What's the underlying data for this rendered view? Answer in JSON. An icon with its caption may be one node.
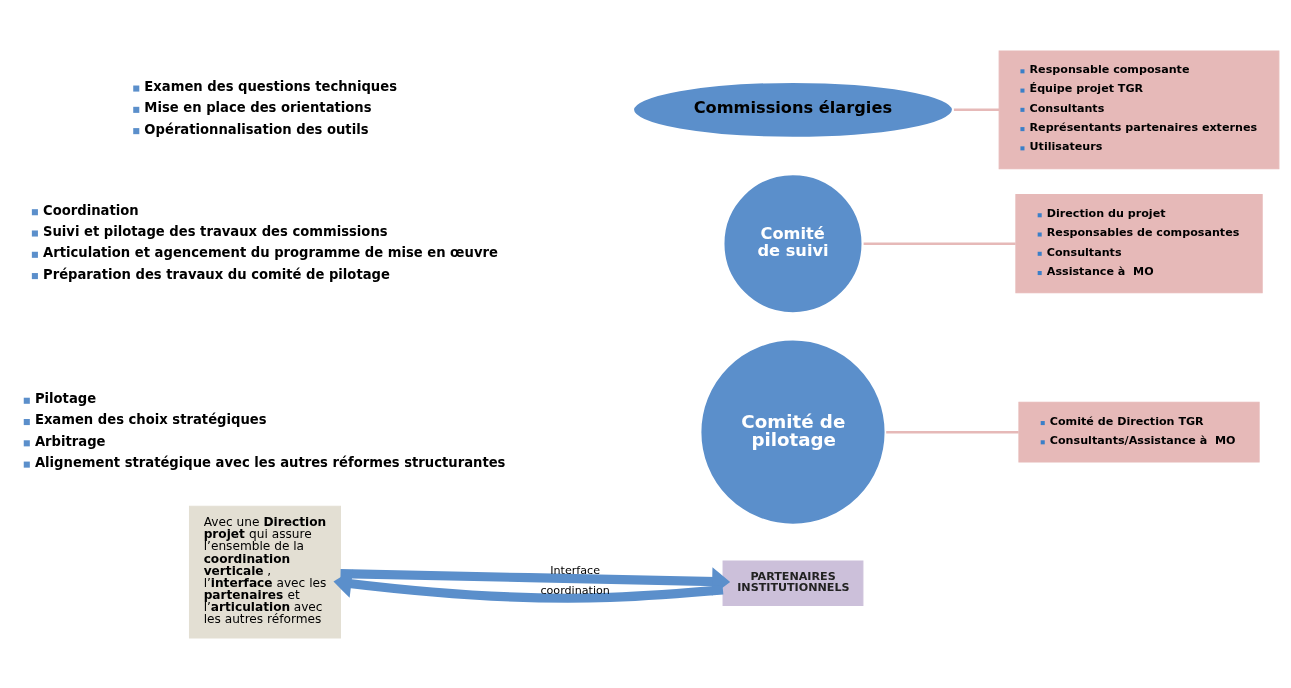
{
  "diagram": {
    "nodes": [
      {
        "text": [
          "Comité de pilotage"
        ]
      },
      {
        "text": [
          "Comité de suivi"
        ]
      },
      {
        "text": [
          "Commissions élargies"
        ]
      },
      {
        "text": [
          "Comité de Direction TGR",
          "Consultants/Assistance à  MO"
        ]
      },
      {
        "text": [
          "Direction du projet",
          "Responsables de composantes",
          "Consultants",
          "Assistance à  MO"
        ]
      },
      {
        "text": [
          "Responsable composante",
          "Équipe projet TGR",
          "Consultants",
          "Représentants partenaires externes",
          "Utilisateurs"
        ]
      },
      {
        "text": [
          "PARTENAIRES INSTITUTIONNELS"
        ]
      },
      {
        "text": [
          "Avec une **Direction projet** qui assure l’ensemble de la **coordination verticale** , l’**interface** avec les **partenaires** et l’**articulation** avec les autres réformes"
        ]
      }
    ],
    "edges": [
      {
        "from": 0,
        "to": 3,
        "arrow": "none"
      },
      {
        "from": 1,
        "to": 4,
        "arrow": "none"
      },
      {
        "from": 2,
        "to": 5,
        "arrow": "none"
      },
      {
        "from": 7,
        "to": 6,
        "arrow": "to",
        "label": "Interface",
        "style": "thick",
        "color": "#5b8fcb"
      },
      {
        "from": 6,
        "to": 7,
        "arrow": "to",
        "label": "coordination",
        "style": "thick",
        "color": "#5b8fcb"
      }
    ],
    "labels": [
      "Pilotage",
      "Examen des choix stratégiques",
      "Arbitrage",
      "Alignement stratégique avec les autres réformes structurantes",
      "Coordination",
      "Suivi et pilotage des travaux des commissions",
      "Articulation et agencement du programme de mise en œuvre",
      "Préparation des travaux du comité de pilotage",
      "Examen des questions techniques",
      "Mise en place des orientations",
      "Opérationnalisation des outils"
    ]
  }
}
